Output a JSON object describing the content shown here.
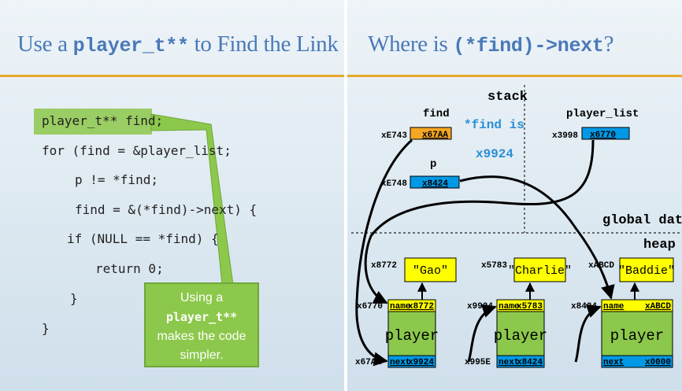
{
  "left": {
    "title": {
      "prefix": "Use a ",
      "code": "player_t**",
      "suffix": " to Find the Link to Change"
    },
    "code_lines": [
      "player_t** find;",
      "for (find = &player_list;",
      "p != *find;",
      "find = &(*find)->next) {",
      "if (NULL == *find) {",
      "return 0;",
      "}",
      "}"
    ],
    "callout": {
      "pre": "Using a ",
      "code": "player_t**",
      "line2": "makes the code",
      "line3": "simpler."
    }
  },
  "right": {
    "title": {
      "prefix": "Where is ",
      "code": "(*find)->next",
      "suffix": "?"
    },
    "region_labels": {
      "stack": "stack",
      "global": "global data",
      "heap": "heap"
    },
    "note": {
      "line1": "*find is",
      "line2": "x9924"
    },
    "vars": [
      {
        "name": "find",
        "addr": "xE743",
        "value": "x67AA"
      },
      {
        "name": "p",
        "addr": "xE748",
        "value": "x8424"
      },
      {
        "name": "player_list",
        "addr": "x3998",
        "value": "x6770"
      }
    ],
    "nodes": [
      {
        "label": "player",
        "name_addr": "x6770",
        "name_value": "x8772",
        "next_addr": "x67AA",
        "next_value": "x9924",
        "str_addr": "x8772",
        "str": "\"Gao\""
      },
      {
        "label": "player",
        "name_addr": "x9924",
        "name_value": "x5783",
        "next_addr": "x995E",
        "next_value": "x8424",
        "str_addr": "x5783",
        "str": "\"Charlie\""
      },
      {
        "label": "player",
        "name_addr": "x8424",
        "name_value": "xABCD",
        "next_addr": "",
        "next_value": "x0000",
        "str_addr": "xABCD",
        "str": "\"Baddie\""
      }
    ],
    "field_names": {
      "name": "name",
      "next": "next"
    }
  },
  "colors": {
    "title": "#4a79b8",
    "rule": "#e6a92b",
    "green": "#8cc84b",
    "yellow": "#ffff00",
    "blue": "#0099e6",
    "orange": "#f5a623"
  }
}
